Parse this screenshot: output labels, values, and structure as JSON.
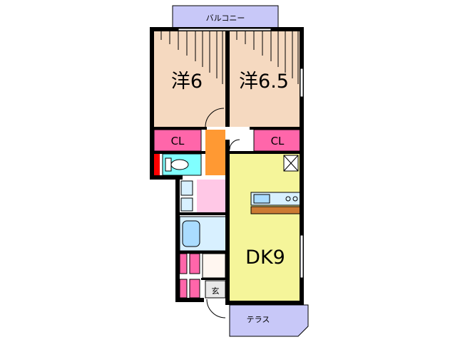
{
  "rooms": {
    "balcony": {
      "label": "バルコニー"
    },
    "western_room_1": {
      "label": "洋6"
    },
    "western_room_2": {
      "label": "洋6.5"
    },
    "closet_1": {
      "label": "CL"
    },
    "closet_2": {
      "label": "CL"
    },
    "dining_kitchen": {
      "label": "DK9"
    },
    "entrance": {
      "label": "玄"
    },
    "terrace": {
      "label": "テラス"
    }
  },
  "colors": {
    "western_room_fill": "#f5d9c0",
    "closet_fill": "#ff66aa",
    "balcony_fill": "#c8c8f8",
    "terrace_fill": "#c8c8f8",
    "toilet_fill": "#80ffff",
    "dk_fill": "#f5f59a",
    "hall_fill": "#ff9933",
    "washroom_fill": "#ffc8e6",
    "bath_fill": "#d8f0ff",
    "kitchen_counter_fill": "#cc7a33",
    "accent_red": "#ff0000",
    "entrance_fill": "#e8e8e8"
  }
}
